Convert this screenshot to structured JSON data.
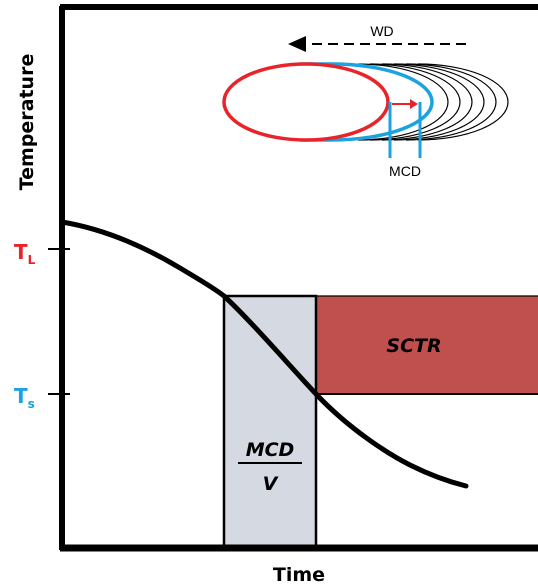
{
  "axes": {
    "y_label": "Temperature",
    "x_label": "Time"
  },
  "ticks": {
    "liquidus": {
      "main": "T",
      "sub": "L",
      "color": "#e8232a"
    },
    "solidus": {
      "main": "T",
      "sub": "s",
      "color": "#1aa3e0"
    }
  },
  "regions": {
    "sctr": {
      "label": "SCTR",
      "color": "#c0504d"
    },
    "mcd_v": {
      "numerator": "MCD",
      "denominator": "V",
      "color": "#d4d9e2"
    }
  },
  "inset": {
    "wd_label": "WD",
    "mcd_label": "MCD",
    "pool_color": "#e8232a",
    "mushy_color": "#1aa3e0",
    "ghost_color": "#000000"
  }
}
